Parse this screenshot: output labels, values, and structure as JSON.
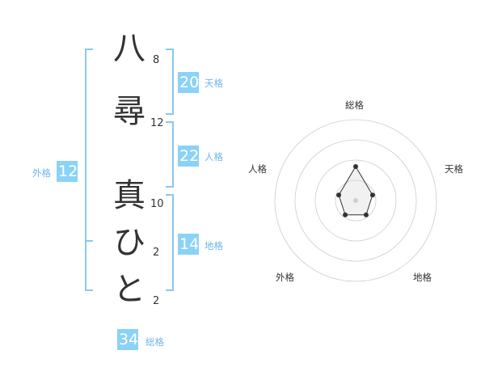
{
  "name_chars": [
    {
      "char": "八",
      "strokes": "8"
    },
    {
      "char": "尋",
      "strokes": "12"
    },
    {
      "char": "真",
      "strokes": "10"
    },
    {
      "char": "ひ",
      "strokes": "2"
    },
    {
      "char": "と",
      "strokes": "2"
    }
  ],
  "kaku": {
    "tenkaku": {
      "value": "20",
      "label": "天格"
    },
    "jinkaku": {
      "value": "22",
      "label": "人格"
    },
    "chikaku": {
      "value": "14",
      "label": "地格"
    },
    "gaikaku": {
      "value": "12",
      "label": "外格"
    },
    "soukaku": {
      "value": "34",
      "label": "総格"
    }
  },
  "radar": {
    "axes": [
      "総格",
      "天格",
      "地格",
      "外格",
      "人格"
    ],
    "values": [
      0.42,
      0.22,
      0.22,
      0.22,
      0.22
    ],
    "max": 1,
    "rings": 4
  },
  "colors": {
    "accent": "#8ad2f7",
    "bracket": "#8ac8ef",
    "label": "#6fb6e6",
    "text": "#333333",
    "ring": "#cccccc"
  }
}
